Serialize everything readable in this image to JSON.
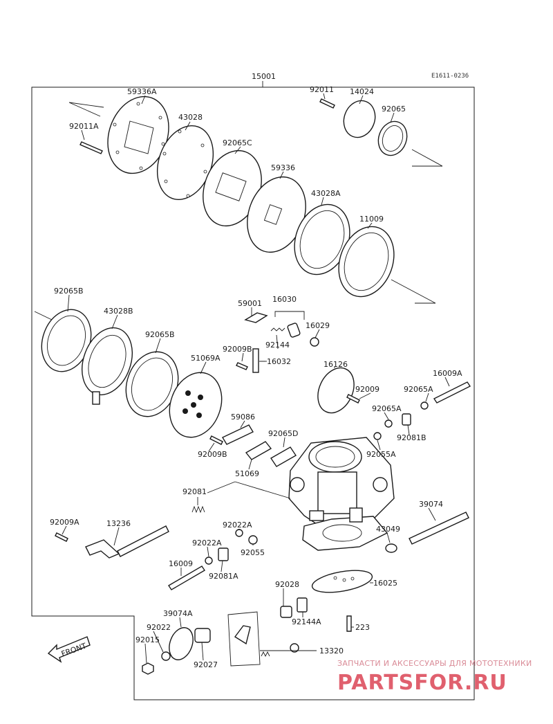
{
  "diagram_code": "E1611-0236",
  "assembly_number": "15001",
  "front_label": "FRONT",
  "watermark": {
    "tagline": "ЗАПЧАСТИ И АКСЕССУАРЫ ДЛЯ МОТОТЕХНИКИ",
    "brand": "PARTSFOR.RU"
  },
  "parts": {
    "p59336A": "59336A",
    "p43028": "43028",
    "p92011A": "92011A",
    "p92011": "92011",
    "p14024": "14024",
    "p92065": "92065",
    "p92065C": "92065C",
    "p59336": "59336",
    "p43028A": "43028A",
    "p11009": "11009",
    "p92065B_1": "92065B",
    "p43028B": "43028B",
    "p92065B_2": "92065B",
    "p51069A": "51069A",
    "p59001": "59001",
    "p16030": "16030",
    "p16029": "16029",
    "p92144": "92144",
    "p92009B_1": "92009B",
    "p16032": "16032",
    "p16126": "16126",
    "p92009": "92009",
    "p16009A": "16009A",
    "p92065A_1": "92065A",
    "p92065A_2": "92065A",
    "p92081B": "92081B",
    "p59086": "59086",
    "p92065D": "92065D",
    "p92055A": "92055A",
    "p92009B_2": "92009B",
    "p51069": "51069",
    "p92081": "92081",
    "p39074": "39074",
    "p92009A": "92009A",
    "p13236": "13236",
    "p92022A_1": "92022A",
    "p92022A_2": "92022A",
    "p92055": "92055",
    "p43049": "43049",
    "p16009": "16009",
    "p92081A": "92081A",
    "p92028": "92028",
    "p16025": "16025",
    "p92144A": "92144A",
    "p223": "223",
    "p39074A": "39074A",
    "p92022": "92022",
    "p92015": "92015",
    "p92027": "92027",
    "p13320": "13320"
  }
}
